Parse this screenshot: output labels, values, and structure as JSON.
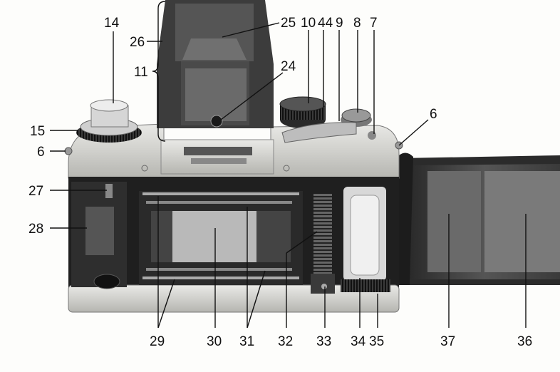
{
  "figure": {
    "callouts": [
      {
        "label": "14"
      },
      {
        "label": "26"
      },
      {
        "label": "25"
      },
      {
        "label": "10"
      },
      {
        "label": "44"
      },
      {
        "label": "9"
      },
      {
        "label": "8"
      },
      {
        "label": "7"
      },
      {
        "label": "11"
      },
      {
        "label": "24"
      },
      {
        "label": "6"
      },
      {
        "label": "15"
      },
      {
        "label": "6"
      },
      {
        "label": "27"
      },
      {
        "label": "28"
      },
      {
        "label": "29"
      },
      {
        "label": "30"
      },
      {
        "label": "31"
      },
      {
        "label": "32"
      },
      {
        "label": "33"
      },
      {
        "label": "34"
      },
      {
        "label": "35"
      },
      {
        "label": "37"
      },
      {
        "label": "36"
      }
    ]
  }
}
